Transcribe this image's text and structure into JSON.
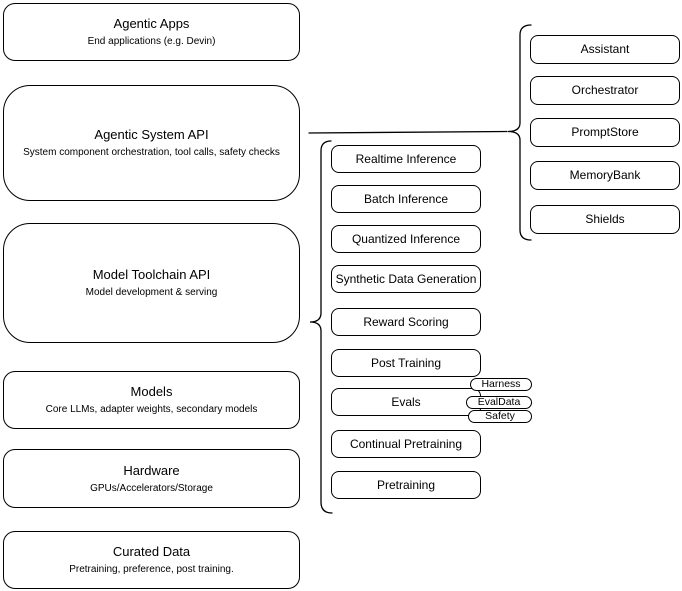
{
  "colors": {
    "background": "#ffffff",
    "stroke": "#000000",
    "text": "#000000",
    "node_fill": "#ffffff"
  },
  "left_stack": [
    {
      "title": "Agentic Apps",
      "subtitle": "End applications (e.g. Devin)"
    },
    {
      "title": "Agentic System API",
      "subtitle": "System component orchestration, tool calls, safety checks"
    },
    {
      "title": "Model Toolchain API",
      "subtitle": "Model development & serving"
    },
    {
      "title": "Models",
      "subtitle": "Core LLMs, adapter weights, secondary models"
    },
    {
      "title": "Hardware",
      "subtitle": "GPUs/Accelerators/Storage"
    },
    {
      "title": "Curated Data",
      "subtitle": "Pretraining, preference, post training."
    }
  ],
  "toolchain_components": [
    "Realtime Inference",
    "Batch Inference",
    "Quantized Inference",
    "Synthetic Data Generation",
    "Reward Scoring",
    "Post Training",
    "Evals",
    "Continual Pretraining",
    "Pretraining"
  ],
  "evals_tags": [
    "Harness",
    "EvalData",
    "Safety"
  ],
  "system_components": [
    "Assistant",
    "Orchestrator",
    "PromptStore",
    "MemoryBank",
    "Shields"
  ]
}
